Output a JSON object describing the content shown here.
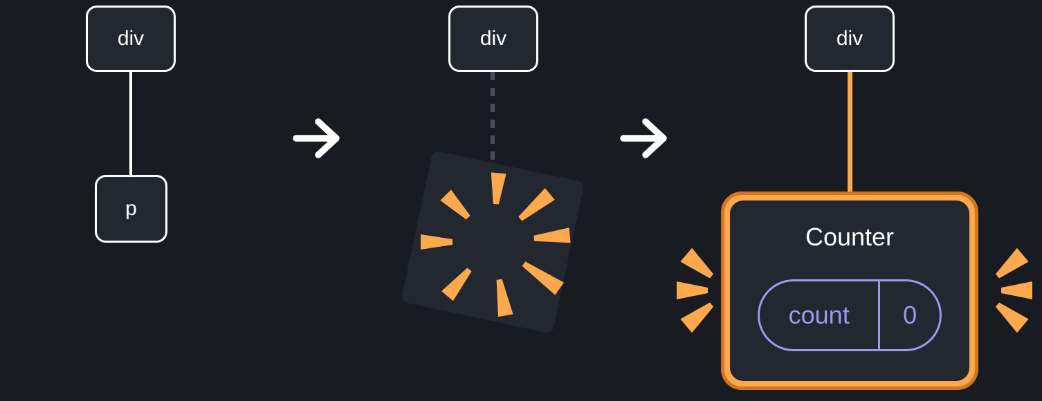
{
  "diagram": {
    "stage_before": {
      "parent_label": "div",
      "child_label": "p"
    },
    "stage_transition": {
      "parent_label": "div"
    },
    "stage_after": {
      "parent_label": "div",
      "component_name": "Counter",
      "state_key": "count",
      "state_value": "0"
    }
  },
  "icons": {
    "arrow_right": "→",
    "poof_burst": "✶",
    "emphasis_sparks": "✦"
  },
  "colors": {
    "background": "#181b21",
    "node_fill": "#23272f",
    "node_border": "#ffffff",
    "node_text": "#ffffff",
    "arrow": "#ffffff",
    "dashed_connector": "#4a4e57",
    "spark_orange": "#fba94c",
    "frame_orange": "#fba94c",
    "frame_orange_dark": "#d4741c",
    "state_lavender": "#9a9aee"
  }
}
